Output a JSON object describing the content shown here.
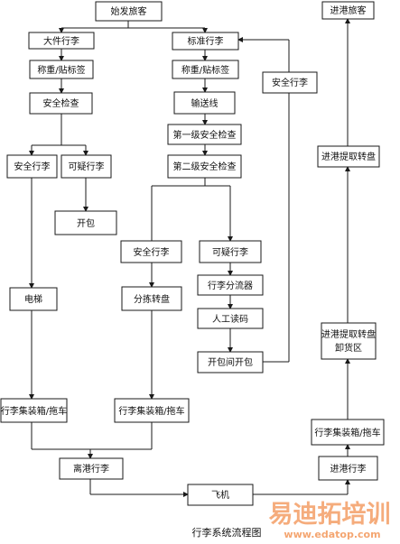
{
  "nodes": {
    "departing_passenger": "始发旅客",
    "large_baggage": "大件行李",
    "standard_baggage": "标准行李",
    "weigh_tag_1": "称重/贴标签",
    "weigh_tag_2": "称重/贴标签",
    "security_check": "安全检查",
    "conveyor": "输送线",
    "level1_security": "第一级安全检查",
    "level2_security": "第二级安全检查",
    "safe_baggage_left": "安全行李",
    "suspicious_baggage_left": "可疑行李",
    "open_bag_left": "开包",
    "elevator": "电梯",
    "container_cart_left": "行李集装箱/拖车",
    "safe_baggage_mid": "安全行李",
    "suspicious_baggage_mid": "可疑行李",
    "sorting_carousel": "分拣转盘",
    "baggage_diverter": "行李分流器",
    "manual_reading": "人工读码",
    "open_bag_room": "开包间开包",
    "container_cart_mid": "行李集装箱/拖车",
    "safe_baggage_right": "安全行李",
    "departure_baggage": "离港行李",
    "aircraft": "飞机",
    "arriving_passenger": "进港旅客",
    "arrival_claim_carousel": "进港提取转盘",
    "arrival_unload_area": "进港提取转盘卸货区",
    "container_cart_right": "行李集装箱/拖车",
    "arrival_baggage": "进港行李"
  },
  "caption": "行李系统流程图",
  "watermark": {
    "brand": "易迪拓培训",
    "url": "www.edatop.com"
  }
}
